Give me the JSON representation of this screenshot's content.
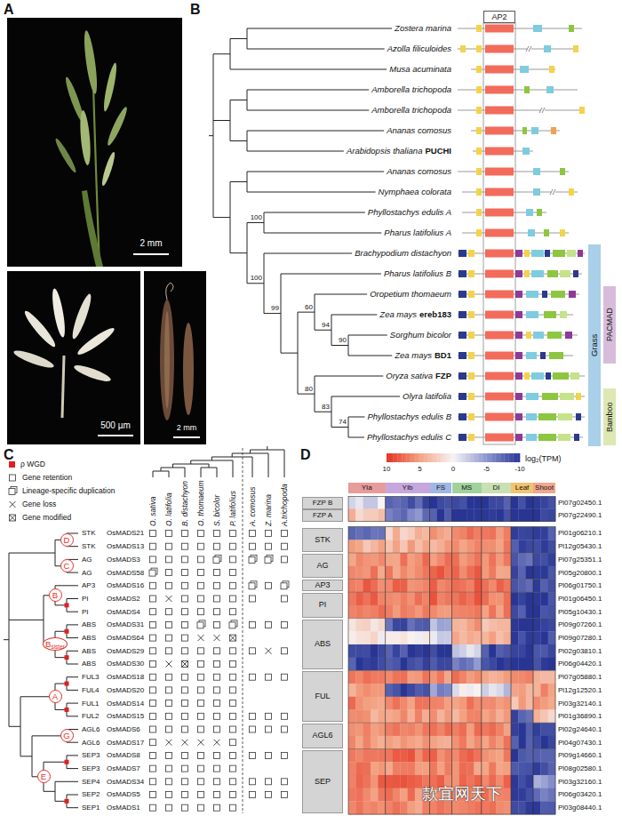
{
  "diagram": {
    "nodes": [
      {
        "text": [
          "AP2"
        ]
      },
      {
        "text": [
          "Grass"
        ]
      },
      {
        "text": [
          "PACMAD"
        ]
      },
      {
        "text": [
          "Bamboo"
        ]
      },
      {
        "text": [
          "D"
        ]
      },
      {
        "text": [
          "C"
        ]
      },
      {
        "text": [
          "B"
        ]
      },
      {
        "text": [
          "B",
          "sister"
        ]
      },
      {
        "text": [
          "A"
        ]
      },
      {
        "text": [
          "G"
        ]
      },
      {
        "text": [
          "E"
        ]
      },
      {
        "text": [
          "YIa"
        ]
      },
      {
        "text": [
          "YIb"
        ]
      },
      {
        "text": [
          "FS"
        ]
      },
      {
        "text": [
          "MS"
        ]
      },
      {
        "text": [
          "DI"
        ]
      },
      {
        "text": [
          "Leaf"
        ]
      },
      {
        "text": [
          "Shoot"
        ]
      },
      {
        "text": [
          "FZP B"
        ]
      },
      {
        "text": [
          "FZP A"
        ]
      },
      {
        "text": [
          "STK"
        ]
      },
      {
        "text": [
          "AG"
        ]
      },
      {
        "text": [
          "AP3"
        ]
      },
      {
        "text": [
          "PI"
        ]
      },
      {
        "text": [
          "ABS"
        ]
      },
      {
        "text": [
          "FUL"
        ]
      },
      {
        "text": [
          "AGL6"
        ]
      },
      {
        "text": [
          "SEP"
        ]
      }
    ],
    "labels": [
      "A",
      "2 mm",
      "500 µm",
      "2 mm",
      "B",
      "Zostera marina",
      "Azolla filiculoides",
      "Musa acuminata",
      "Amborella trichopoda",
      "Amborella trichopoda",
      "Ananas comosus",
      "Arabidopsis thaliana",
      "PUCHI",
      "Ananas comosus",
      "Nymphaea colorata",
      "Phyllostachys edulis A",
      "Pharus latifolius A",
      "Brachypodium distachyon",
      "Pharus latifolius B",
      "Oropetium thomaeum",
      "Zea mays",
      "ereb183",
      "Sorghum bicolor",
      "Zea mays",
      "BD1",
      "Oryza sativa",
      "FZP",
      "Olyra latifolia",
      "Phyllostachys edulis B",
      "Phyllostachys edulis C",
      "100",
      "100",
      "99",
      "60",
      "94",
      "90",
      "80",
      "83",
      "74",
      "C",
      "O. sativa",
      "O. latifolia",
      "B. distachyon",
      "O. thomaeum",
      "S. bicolor",
      "P. latifolius",
      "A. comosus",
      "Z. marina",
      "A.trichopoda",
      "STK",
      "OsMADS21",
      "STK",
      "OsMADS13",
      "AG",
      "OsMADS3",
      "AG",
      "OsMADS58",
      "AP3",
      "OsMADS16",
      "PI",
      "OsMADS2",
      "PI",
      "OsMADS4",
      "ABS",
      "OsMADS31",
      "ABS",
      "OsMADS64",
      "ABS",
      "OsMADS29",
      "ABS",
      "OsMADS30",
      "FUL3",
      "OsMADS18",
      "FUL4",
      "OsMADS20",
      "FUL1",
      "OsMADS14",
      "FUL2",
      "OsMADS15",
      "AGL6",
      "OsMADS6",
      "AGL6",
      "OsMADS17",
      "SEP3",
      "OsMADS8",
      "SEP3",
      "OsMADS7",
      "SEP4",
      "OsMADS34",
      "SEP2",
      "OsMADS5",
      "SEP1",
      "OsMADS1",
      "D",
      "10",
      "5",
      "0",
      "-5",
      "-10",
      "log₂(TPM)",
      "Pl07g02450.1",
      "Pl07g22490.1",
      "Pl01g06210.1",
      "Pl12g05430.1",
      "Pl07g25351.1",
      "Pl05g20800.1",
      "Pl06g01750.1",
      "Pl01g06450.1",
      "Pl05g10430.1",
      "Pl09g07260.1",
      "Pl09g07280.1",
      "Pl02g03810.1",
      "Pl06g04420.1",
      "Pl07g05880.1",
      "Pl12g12520.1",
      "Pl03g32140.1",
      "Pl01g36890.1",
      "Pl02g24640.1",
      "Pl04g07430.1",
      "Pl09g14660.1",
      "Pl08g02580.1",
      "Pl03g32160.1",
      "Pl06g03420.1",
      "Pl03g08440.1",
      "款宜网天下"
    ],
    "legend": [
      {
        "text": "ρ WGD",
        "color": "#e02020"
      },
      {
        "text": "Gene retention"
      },
      {
        "text": "Lineage-specific duplication"
      },
      {
        "text": "Gene loss"
      },
      {
        "text": "Gene modified"
      }
    ]
  }
}
